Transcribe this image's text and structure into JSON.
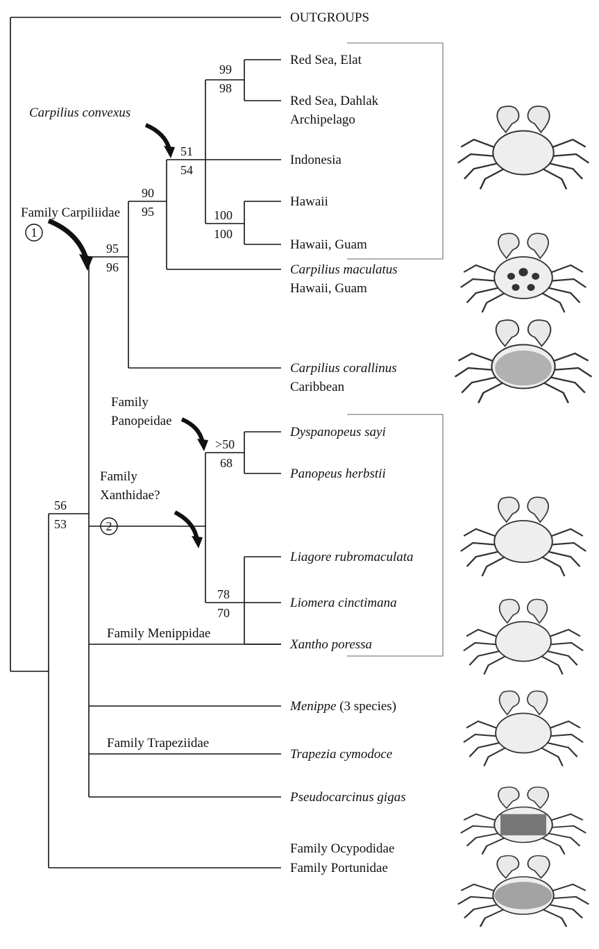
{
  "tree": {
    "root_taxon": "OUTGROUPS",
    "taxa": {
      "red_sea_elat": "Red Sea, Elat",
      "red_sea_dahlak_1": "Red Sea, Dahlak",
      "red_sea_dahlak_2": "Archipelago",
      "indonesia": "Indonesia",
      "hawaii": "Hawaii",
      "hawaii_guam": "Hawaii, Guam",
      "c_maculatus": "Carpilius maculatus",
      "c_maculatus_loc": "Hawaii, Guam",
      "c_corallinus": "Carpilius corallinus",
      "c_corallinus_loc": "Caribbean",
      "dyspanopeus": "Dyspanopeus sayi",
      "panopeus": "Panopeus herbstii",
      "liagore": "Liagore rubromaculata",
      "liomera": "Liomera cinctimana",
      "xantho": "Xantho poressa",
      "menippe_genus": "Menippe",
      "menippe_note": " (3 species)",
      "trapezia": "Trapezia cymodoce",
      "pseudocarcinus": "Pseudocarcinus gigas",
      "ocypodidae": "Family Ocypodidae",
      "portunidae": "Family Portunidae"
    },
    "support": {
      "red_sea_top": "99",
      "red_sea_bottom": "98",
      "convexus_top": "51",
      "convexus_bottom": "54",
      "hawaii_top": "100",
      "hawaii_bottom": "100",
      "carpilius_inner_top": "90",
      "carpilius_inner_bottom": "95",
      "carpiliidae_top": "95",
      "carpiliidae_bottom": "96",
      "panopeidae_top": ">50",
      "panopeidae_bottom": "68",
      "xanthidae_top": "78",
      "xanthidae_bottom": "70",
      "ingroup_top": "56",
      "ingroup_bottom": "53"
    },
    "annotations": {
      "carpilius_convexus": "Carpilius convexus",
      "family_carpiliidae": "Family Carpiliidae",
      "marker_1": "1",
      "marker_2": "2",
      "family_panopeidae_1": "Family",
      "family_panopeidae_2": "Panopeidae",
      "family_xanthidae_1": "Family",
      "family_xanthidae_2": "Xanthidae?",
      "family_menippidae": "Family Menippidae",
      "family_trapeziidae": "Family Trapeziidae"
    }
  },
  "illustrations": [
    "carpilius-convexus-crab",
    "carpilius-maculatus-crab",
    "carpilius-corallinus-crab",
    "xanthid-crab",
    "menippe-crab",
    "trapezia-crab",
    "ocypodid-crab",
    "portunid-crab"
  ]
}
